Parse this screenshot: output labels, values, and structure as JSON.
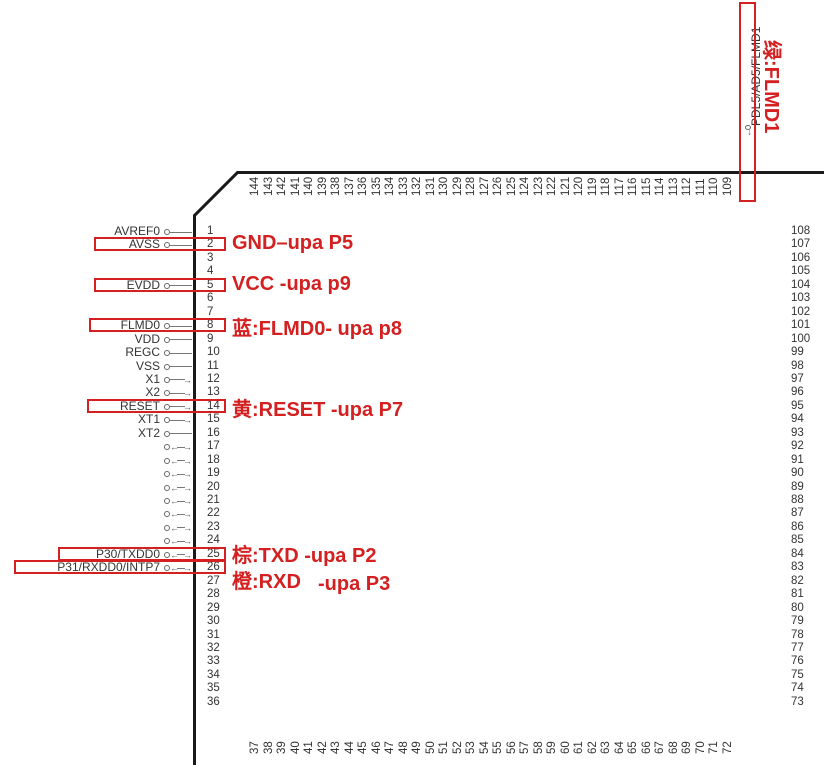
{
  "left_signals": [
    {
      "pin": 1,
      "name": "AVREF0"
    },
    {
      "pin": 2,
      "name": "AVSS"
    },
    {
      "pin": 5,
      "name": "EVDD"
    },
    {
      "pin": 8,
      "name": "FLMD0"
    },
    {
      "pin": 9,
      "name": "VDD"
    },
    {
      "pin": 10,
      "name": "REGC"
    },
    {
      "pin": 11,
      "name": "VSS"
    },
    {
      "pin": 12,
      "name": "X1"
    },
    {
      "pin": 13,
      "name": "X2"
    },
    {
      "pin": 14,
      "name": "RESET"
    },
    {
      "pin": 15,
      "name": "XT1"
    },
    {
      "pin": 16,
      "name": "XT2"
    },
    {
      "pin": 25,
      "name": "P30/TXDD0"
    },
    {
      "pin": 26,
      "name": "P31/RXDD0/INTP7"
    }
  ],
  "top_signal": {
    "pin": 110,
    "name": "PDL5/AD5/FLMD1"
  },
  "pins": {
    "left": [
      "1",
      "2",
      "3",
      "4",
      "5",
      "6",
      "7",
      "8",
      "9",
      "10",
      "11",
      "12",
      "13",
      "14",
      "15",
      "16",
      "17",
      "18",
      "19",
      "20",
      "21",
      "22",
      "23",
      "24",
      "25",
      "26",
      "27",
      "28",
      "29",
      "30",
      "31",
      "32",
      "33",
      "34",
      "35",
      "36"
    ],
    "bottom": [
      "37",
      "38",
      "39",
      "40",
      "41",
      "42",
      "43",
      "44",
      "45",
      "46",
      "47",
      "48",
      "49",
      "50",
      "51",
      "52",
      "53",
      "54",
      "55",
      "56",
      "57",
      "58",
      "59",
      "60",
      "61",
      "62",
      "63",
      "64",
      "65",
      "66",
      "67",
      "68",
      "69",
      "70",
      "71",
      "72"
    ],
    "right": [
      "108",
      "107",
      "106",
      "105",
      "104",
      "103",
      "102",
      "101",
      "100",
      "99",
      "98",
      "97",
      "96",
      "95",
      "94",
      "93",
      "92",
      "91",
      "90",
      "89",
      "88",
      "87",
      "86",
      "85",
      "84",
      "83",
      "82",
      "81",
      "80",
      "79",
      "78",
      "77",
      "76",
      "75",
      "74",
      "73"
    ],
    "top": [
      "144",
      "143",
      "142",
      "141",
      "140",
      "139",
      "138",
      "137",
      "136",
      "135",
      "134",
      "133",
      "132",
      "131",
      "130",
      "129",
      "128",
      "127",
      "126",
      "125",
      "124",
      "123",
      "122",
      "121",
      "120",
      "119",
      "118",
      "117",
      "116",
      "115",
      "114",
      "113",
      "112",
      "111",
      "110",
      "109"
    ]
  },
  "annotations": [
    {
      "id": "gnd",
      "text": "GND–upa P5"
    },
    {
      "id": "vcc",
      "text": "VCC -upa p9"
    },
    {
      "id": "flmd0",
      "text": "蓝:FLMD0- upa p8"
    },
    {
      "id": "reset",
      "text": "黄:RESET -upa P7"
    },
    {
      "id": "txd",
      "text": "棕:TXD -upa P2"
    },
    {
      "id": "rxd",
      "text": "橙:RXD"
    },
    {
      "id": "rxd2",
      "text": "-upa P3"
    },
    {
      "id": "flmd1",
      "text": "绿:FLMD1"
    }
  ],
  "colors": {
    "annotation": "#d42020",
    "outline": "#1a1a1a",
    "text": "#333333"
  }
}
